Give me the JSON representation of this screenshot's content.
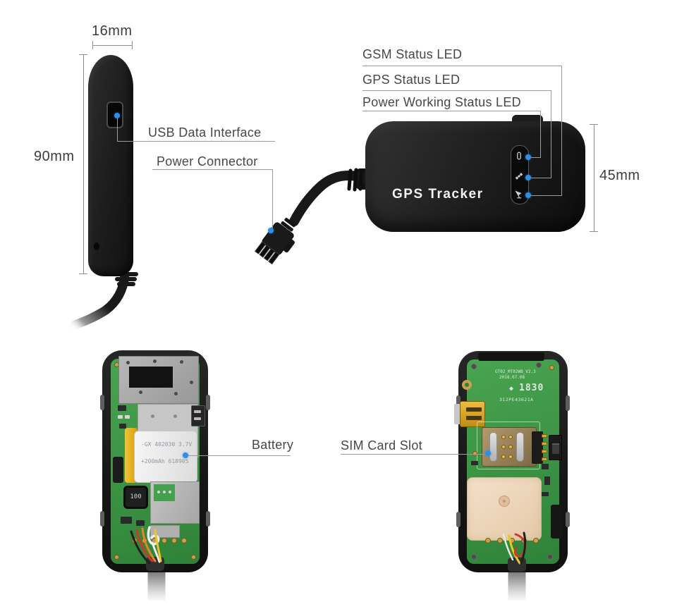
{
  "page": {
    "background": "#ffffff"
  },
  "annotations": {
    "gsm_led": "GSM Status LED",
    "gps_led": "GPS Status LED",
    "power_led": "Power Working Status LED",
    "usb": "USB Data Interface",
    "power_connector": "Power Connector",
    "battery": "Battery",
    "sim": "SIM Card Slot"
  },
  "dimensions": {
    "width": "16mm",
    "height": "90mm",
    "side": "45mm"
  },
  "device": {
    "name": "GPS Tracker"
  },
  "board_left": {
    "battery_line1": "-GX 402030 3.7V",
    "battery_line2": "+200mAh 618905",
    "inductor_value": "100"
  },
  "board_right": {
    "silk_line1": "GT02_MT02WB_V2.3",
    "silk_line2": "2018.07.08",
    "chip_logo": "◆",
    "chip_code": "1830",
    "serial": "312PE43621A"
  },
  "icons": {
    "marker": "blue-dot",
    "led_top": "power-led-icon",
    "led_middle": "gps-satellite-icon",
    "led_bottom": "gsm-antenna-icon"
  },
  "colors": {
    "accent_blue": "#2f8fe8",
    "pcb_green": "#3f9a46",
    "leader_line": "#9b9b9b",
    "device_black": "#1a1a1a",
    "antenna_ceramic": "#eed9c1"
  }
}
